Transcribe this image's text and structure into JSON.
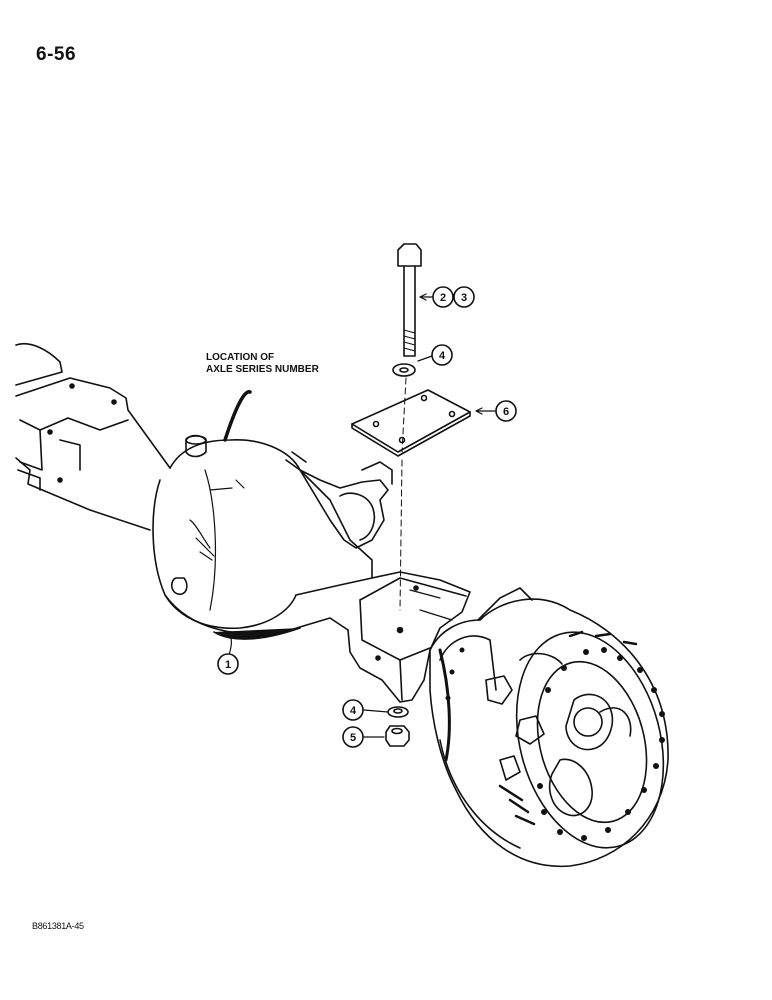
{
  "page": {
    "page_number": "6-56",
    "figure_code": "B861381A-45"
  },
  "annotation": {
    "location_line1": "LOCATION OF",
    "location_line2": "AXLE SERIES NUMBER"
  },
  "callouts": [
    {
      "id": "c1",
      "label": "1"
    },
    {
      "id": "c2",
      "label": "2"
    },
    {
      "id": "c3",
      "label": "3"
    },
    {
      "id": "c4a",
      "label": "4"
    },
    {
      "id": "c6",
      "label": "6"
    },
    {
      "id": "c4b",
      "label": "4"
    },
    {
      "id": "c5",
      "label": "5"
    }
  ],
  "colors": {
    "ink": "#111111",
    "paper": "#ffffff"
  }
}
